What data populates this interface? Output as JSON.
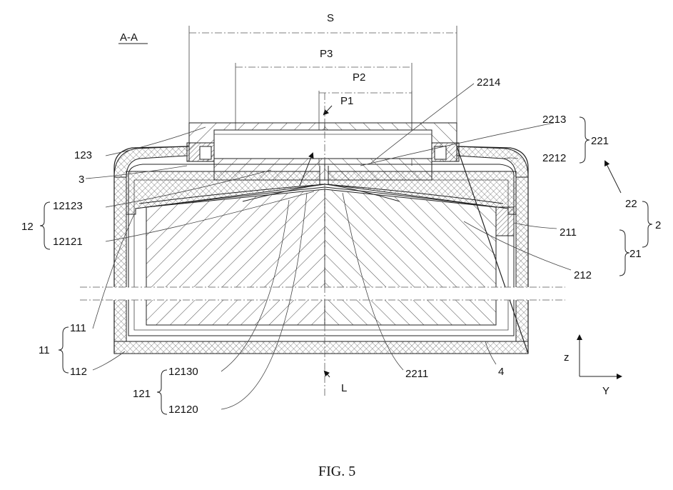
{
  "section_label": "A-A",
  "dimensions": [
    "S",
    "P3",
    "P2",
    "P1"
  ],
  "axis_line_label": "L",
  "labels_left": {
    "l123": "123",
    "l3": "3",
    "l12": "12",
    "l12123": "12123",
    "l12121": "12121",
    "l111": "111",
    "l11": "11",
    "l112": "112",
    "l121": "121",
    "l12130": "12130",
    "l12120": "12120"
  },
  "labels_right": {
    "l2214": "2214",
    "l2213": "2213",
    "l2212": "2212",
    "l221": "221",
    "l22": "22",
    "l2": "2",
    "l211": "211",
    "l21": "21",
    "l212": "212",
    "l2211": "2211",
    "l4": "4"
  },
  "coordinate_axes": {
    "z": "z",
    "y": "Y"
  },
  "caption": "FIG. 5"
}
